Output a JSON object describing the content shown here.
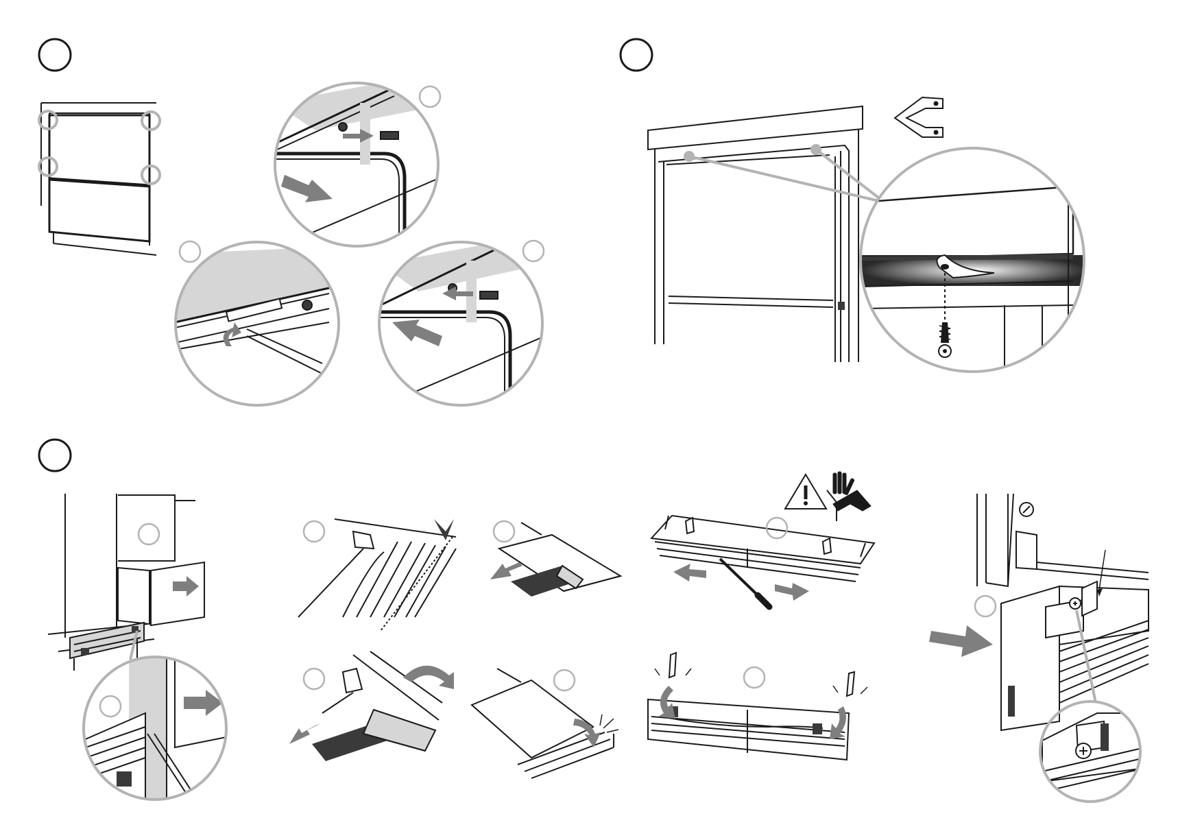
{
  "page": {
    "background": "#ffffff"
  },
  "palette": {
    "ink": "#1a1a1a",
    "callout_gray": "#b3b3b3",
    "arrow_gray": "#7f7f7f",
    "fill_gray": "#d6d6d6",
    "dark_fill": "#3a3a3a"
  },
  "steps": [
    {
      "id": "step-1",
      "section_label": "",
      "sub_labels": [
        "",
        "",
        ""
      ]
    },
    {
      "id": "step-2",
      "section_label": "",
      "sub_labels": []
    },
    {
      "id": "step-3",
      "section_label": "",
      "sub_labels": [
        "",
        "",
        "",
        "",
        "",
        "",
        "",
        "",
        ""
      ]
    }
  ],
  "icons": [
    "warning-triangle-icon",
    "cut-hand-glove-icon",
    "bracket-clip-icon",
    "screw-icon",
    "screwdriver-icon",
    "direction-arrow-icon",
    "rotate-arrow-icon",
    "click-snap-icon"
  ]
}
